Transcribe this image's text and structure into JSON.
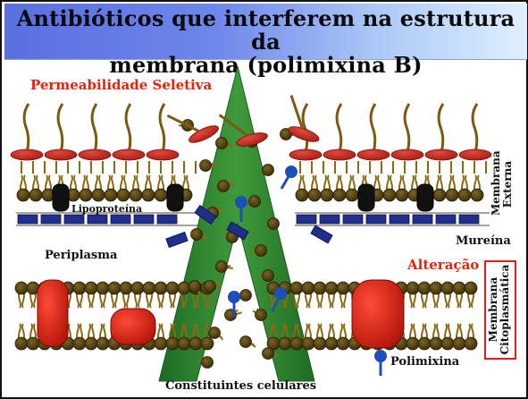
{
  "slide": {
    "title_line1": "Antibióticos que interferem na estrutura da",
    "title_line2": "membrana (polimixina B)"
  },
  "labels": {
    "permeabilidade": "Permeabilidade Seletiva",
    "lipoproteina": "Lipoproteína",
    "mureina": "Mureína",
    "periplasma": "Periplasma",
    "alteracao": "Alteração",
    "polimixina": "Polimixina",
    "constituintes": "Constituintes celulares",
    "membrana_externa_1": "Membrana",
    "membrana_externa_2": "Externa",
    "membrana_cito_1": "Membrana",
    "membrana_cito_2": "Citoplasmática"
  },
  "colors": {
    "banner_start": "#5a6fe0",
    "banner_end": "#dff0ff",
    "accent_red": "#e8230c",
    "lipid_head": "#4a3a10",
    "lipid_tail": "#8a6a14",
    "lps_red": "#c8261c",
    "protein_red": "#d41c10",
    "murein_blue": "#1f2f8c",
    "arrow_green": "#2f7f2f",
    "polymyxin_blue": "#1d4fb8"
  }
}
